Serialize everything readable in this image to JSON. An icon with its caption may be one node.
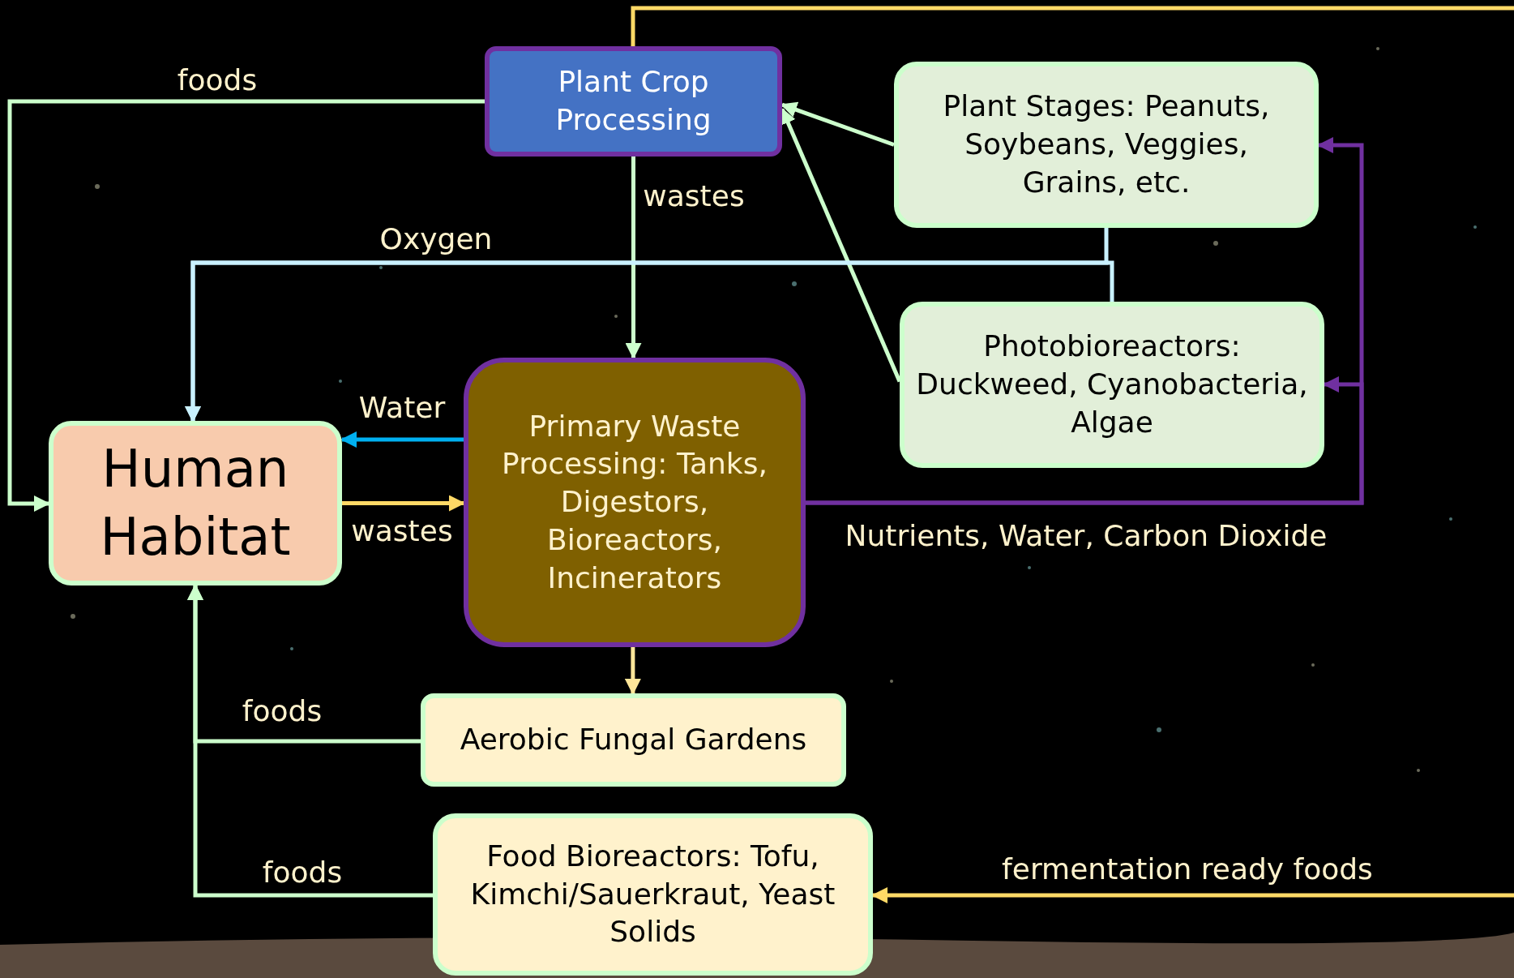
{
  "diagram": {
    "nodes": [
      {
        "text": [
          "Plant Crop Processing"
        ]
      },
      {
        "text": [
          "Plant Stages: Peanuts, Soybeans, Veggies, Grains, etc."
        ]
      },
      {
        "text": [
          "Photobioreactors: Duckweed, Cyanobacteria, Algae"
        ]
      },
      {
        "text": [
          "Human Habitat"
        ]
      },
      {
        "text": [
          "Primary Waste Processing: Tanks, Digestors, Bioreactors, Incinerators"
        ]
      },
      {
        "text": [
          "Aerobic Fungal Gardens"
        ]
      },
      {
        "text": [
          "Food Bioreactors: Tofu, Kimchi/Sauerkraut, Yeast Solids"
        ]
      }
    ],
    "edges": [
      {
        "from": 0,
        "to": 3,
        "arrow": "to",
        "label": "foods"
      },
      {
        "from": 0,
        "to": 4,
        "arrow": "to",
        "label": "wastes"
      },
      {
        "from": 1,
        "to": 0,
        "arrow": "to"
      },
      {
        "from": 2,
        "to": 0,
        "arrow": "to"
      },
      {
        "from": 1,
        "to": 3,
        "arrow": "to",
        "label": "Oxygen",
        "color": "#c9f1ff"
      },
      {
        "from": 2,
        "to": 3,
        "arrow": "to",
        "color": "#c9f1ff"
      },
      {
        "from": 4,
        "to": 3,
        "arrow": "to",
        "label": "Water",
        "color": "#00b0f0"
      },
      {
        "from": 3,
        "to": 4,
        "arrow": "to",
        "label": "wastes",
        "color": "#ffd966"
      },
      {
        "from": 4,
        "to": 1,
        "arrow": "to",
        "color": "#7030a0"
      },
      {
        "from": 4,
        "to": 2,
        "arrow": "to",
        "label": "Nutrients, Water, Carbon Dioxide",
        "color": "#7030a0"
      },
      {
        "from": 4,
        "to": 5,
        "arrow": "to",
        "color": "#ffe699"
      },
      {
        "from": 5,
        "to": 3,
        "arrow": "to",
        "label": "foods"
      },
      {
        "from": 6,
        "to": 3,
        "arrow": "to",
        "label": "foods"
      },
      {
        "from": 0,
        "to": 6,
        "arrow": "to",
        "label": "fermentation ready foods",
        "color": "#ffd966"
      }
    ]
  }
}
